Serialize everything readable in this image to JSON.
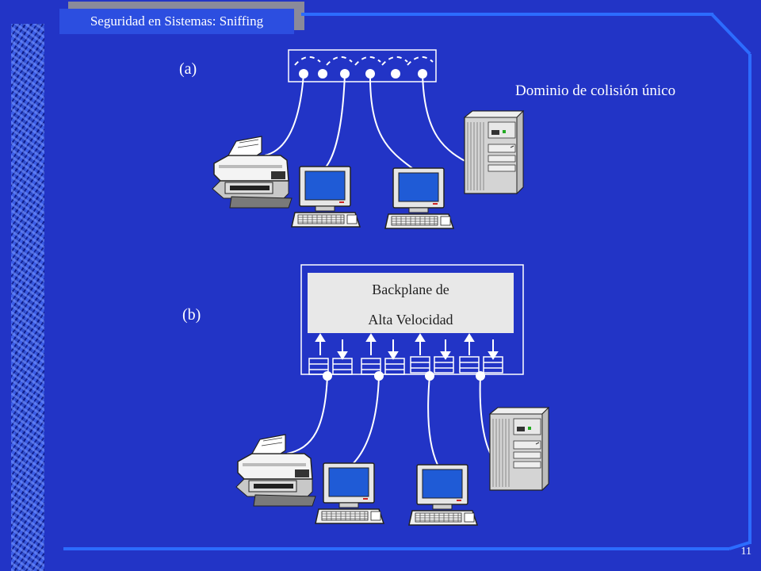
{
  "header": {
    "title": "Seguridad en Sistemas: Sniffing"
  },
  "diagram_a": {
    "label": "(a)",
    "caption": "Dominio de colisión único"
  },
  "diagram_b": {
    "label": "(b)",
    "backplane_line1": "Backplane de",
    "backplane_line2": "Alta Velocidad"
  },
  "page_number": "11",
  "colors": {
    "background": "#2234c6",
    "accent_line": "#2c6cff",
    "header_box": "#2c4ee0"
  }
}
